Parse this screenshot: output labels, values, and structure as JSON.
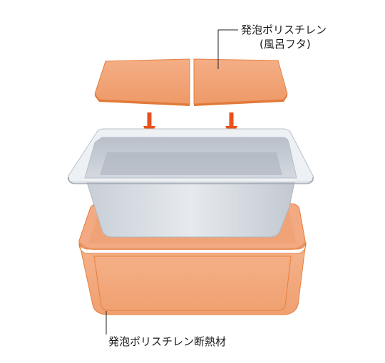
{
  "labels": {
    "lid_line1": "発泡ポリスチレン",
    "lid_line2": "(風呂フタ)",
    "insulation": "発泡ポリスチレン断熱材"
  },
  "colors": {
    "foam_orange": "#F2A57A",
    "foam_edge": "#E4803F",
    "foam_dark": "#E8915B",
    "arrow": "#E8501C",
    "tub_white": "#E9EDF2",
    "tub_inner": "#C7CDD5",
    "leader_line": "#222222"
  },
  "icons": [
    "down-arrow-icon",
    "down-arrow-icon"
  ]
}
